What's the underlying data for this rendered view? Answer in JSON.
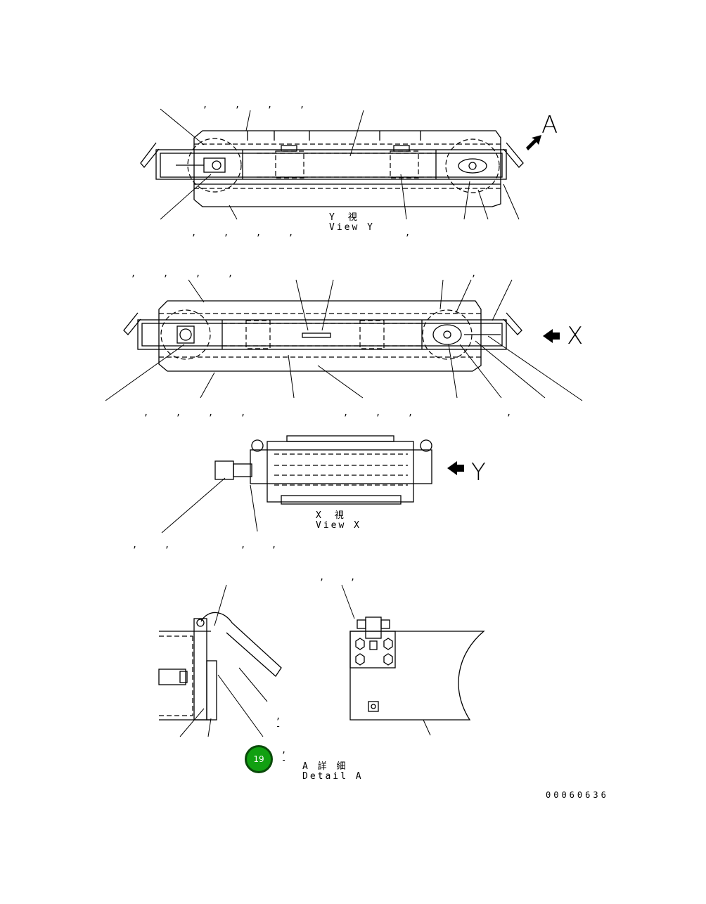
{
  "views": {
    "view_y": {
      "title_jp": "Y　視",
      "title_en": "View Y"
    },
    "view_x": {
      "title_jp": "X　視",
      "title_en": "View X"
    },
    "detail_a": {
      "title_jp": "A 詳 細",
      "title_en": "Detail A"
    }
  },
  "arrows": {
    "a": "A",
    "x": "X",
    "y": "Y"
  },
  "drawing_number": "00060636",
  "page_badge": "19"
}
